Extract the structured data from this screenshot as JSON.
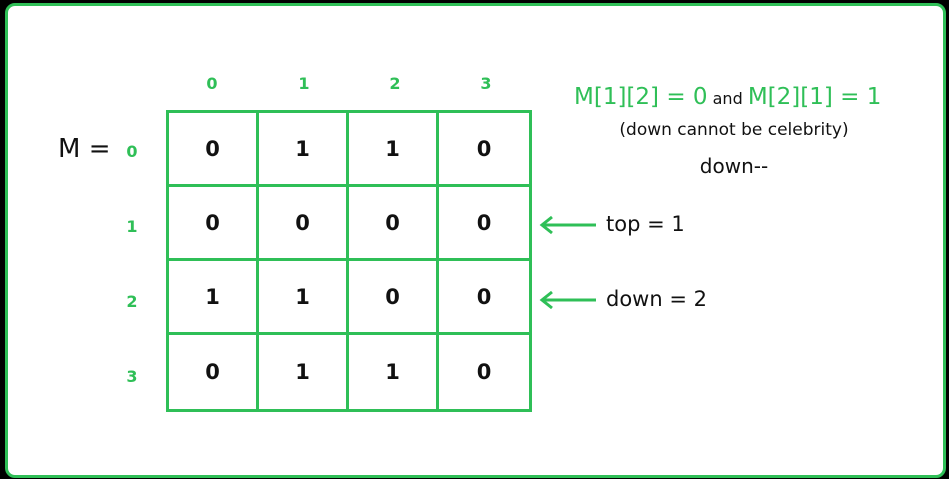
{
  "matrix": {
    "label": "M =",
    "col_indices": [
      "0",
      "1",
      "2",
      "3"
    ],
    "row_indices": [
      "0",
      "1",
      "2",
      "3"
    ],
    "rows": [
      [
        "0",
        "1",
        "1",
        "0"
      ],
      [
        "0",
        "0",
        "0",
        "0"
      ],
      [
        "1",
        "1",
        "0",
        "0"
      ],
      [
        "0",
        "1",
        "1",
        "0"
      ]
    ]
  },
  "condition": {
    "left": "M[1][2] = 0",
    "joiner": "and",
    "right": "M[2][1] = 1"
  },
  "note": "(down cannot be celebrity)",
  "action": "down--",
  "pointers": [
    {
      "label": "top = 1",
      "row": 1
    },
    {
      "label": "down = 2",
      "row": 2
    }
  ],
  "colors": {
    "accent": "#2fbf57",
    "text": "#111111"
  }
}
